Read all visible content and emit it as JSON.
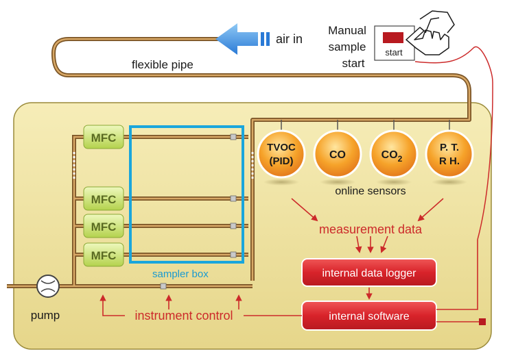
{
  "labels": {
    "air_in": "air in",
    "manual_sample": [
      "Manual",
      "sample",
      "start"
    ],
    "start_button": "start",
    "flexible_pipe": "flexible pipe",
    "mfc": [
      "MFC",
      "MFC",
      "MFC",
      "MFC"
    ],
    "sampler_box": "sampler box",
    "sensors": [
      {
        "line1": "TVOC",
        "line2": "(PID)"
      },
      {
        "line1": "CO",
        "line2": ""
      },
      {
        "line1": "CO",
        "line2": "",
        "sub": "2"
      },
      {
        "line1": "P. T.",
        "line2": "R H."
      }
    ],
    "online_sensors": "online sensors",
    "measurement_data": "measurement data",
    "internal_data_logger": "internal data logger",
    "internal_software": "internal software",
    "instrument_control": "instrument control",
    "pump": "pump"
  },
  "colors": {
    "instrument_fill": "#f2e6a6",
    "instrument_border": "#9a8a3a",
    "pipe": "#a87a3e",
    "sampler_box": "#1aa6dc",
    "arrow_red": "#cc2a2a",
    "air_arrow": "#2a7ad6",
    "mfc_fill": "#c6e06a",
    "sensor_orange": "#f08a1a",
    "box_red": "#d9262b"
  },
  "icons": [
    "air-in-arrow-icon",
    "hand-pointer-icon",
    "pump-icon"
  ]
}
